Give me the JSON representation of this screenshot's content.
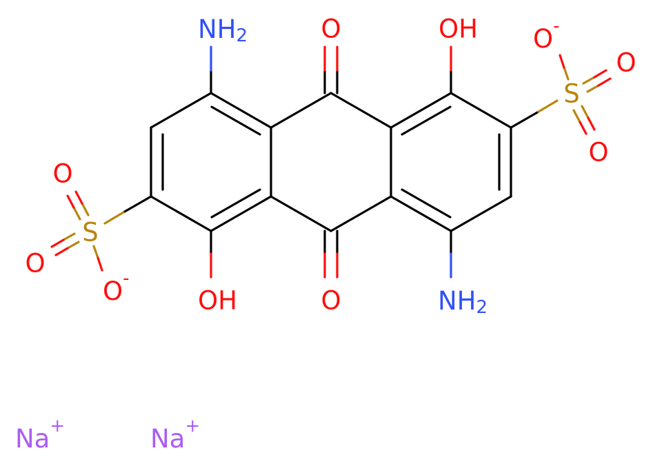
{
  "molecule": {
    "colors": {
      "carbon_bonds": "#000000",
      "nitrogen": "#3050F8",
      "oxygen": "#FF0D0D",
      "sulfur": "#B8860B",
      "sodium": "#AB5CF2"
    },
    "labels": {
      "amine_top": {
        "element": "NH",
        "count": "2"
      },
      "amine_bottom": {
        "element": "NH",
        "count": "2"
      },
      "ketone_top": "O",
      "ketone_bottom": "O",
      "hydroxyl_top": "OH",
      "hydroxyl_bottom": "OH",
      "sulfur_right": "S",
      "sulfur_left": "S",
      "oxide_right_anion": {
        "element": "O",
        "charge": "-"
      },
      "oxide_right_a": "O",
      "oxide_right_b": "O",
      "oxide_left_anion": {
        "element": "O",
        "charge": "-"
      },
      "oxide_left_a": "O",
      "oxide_left_b": "O"
    },
    "counterions": [
      {
        "element": "Na",
        "charge": "+"
      },
      {
        "element": "Na",
        "charge": "+"
      }
    ]
  }
}
